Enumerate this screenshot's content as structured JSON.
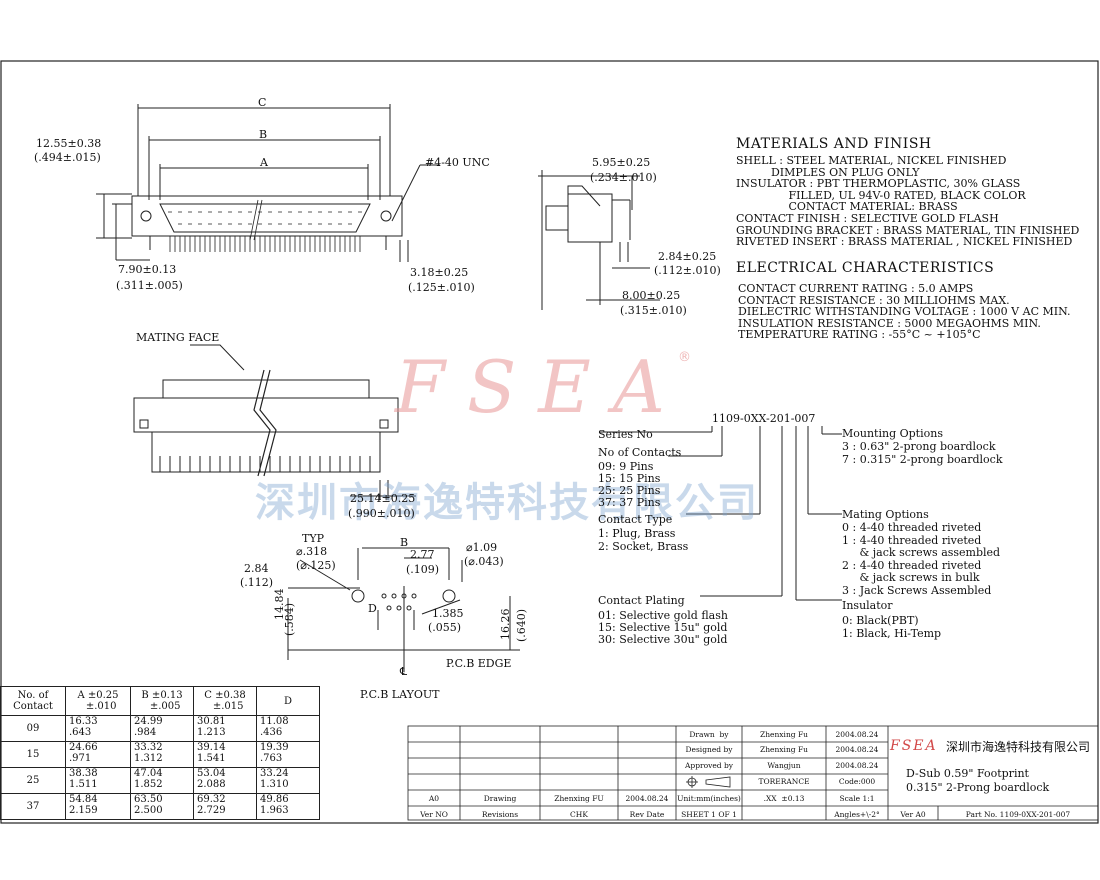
{
  "watermark": {
    "logo": "FSEA",
    "registered": "®",
    "company": "深圳市海逸特科技有限公司"
  },
  "materials": {
    "heading": "MATERIALS AND FINISH",
    "lines": [
      "SHELL : STEEL MATERIAL, NICKEL FINISHED",
      "          DIMPLES ON PLUG ONLY",
      "INSULATOR : PBT THERMOPLASTIC, 30% GLASS",
      "               FILLED, UL 94V-0 RATED, BLACK COLOR",
      "               CONTACT MATERIAL: BRASS",
      "CONTACT FINISH : SELECTIVE GOLD FLASH",
      "GROUNDING BRACKET : BRASS MATERIAL, TIN FINISHED",
      "RIVETED INSERT : BRASS MATERIAL , NICKEL FINISHED"
    ]
  },
  "electrical": {
    "heading": "ELECTRICAL CHARACTERISTICS",
    "lines": [
      "CONTACT CURRENT RATING : 5.0 AMPS",
      "CONTACT RESISTANCE : 30 MILLIOHMS MAX.",
      "DIELECTRIC WITHSTANDING VOLTAGE : 1000 V AC MIN.",
      "INSULATION RESISTANCE : 5000 MEGAOHMS MIN.",
      "TEMPERATURE RATING : -55°C ~ +105°C"
    ]
  },
  "dims": {
    "c": "C",
    "b": "B",
    "a": "A",
    "w1": "12.55±0.38",
    "w1i": "(.494±.015)",
    "unc": "#4-40 UNC",
    "h1": "7.90±0.13",
    "h1i": "(.311±.005)",
    "p1": "3.18±0.25",
    "p1i": "(.125±.010)",
    "s1": "5.95±0.25",
    "s1i": "(.234±.010)",
    "s2": "2.84±0.25",
    "s2i": "(.112±.010)",
    "s3": "8.00±0.25",
    "s3i": "(.315±.010)",
    "mating": "MATING FACE",
    "f1": "25.14±0.25",
    "f1i": "(.990±.010)"
  },
  "pcb": {
    "typ": "TYP",
    "d1": "⌀.318",
    "d1i": "(⌀.125)",
    "b": "B",
    "pitch": "2.77",
    "pitchi": "(.109)",
    "hole": "⌀1.09",
    "holei": "(⌀.043)",
    "e1": "2.84",
    "e1i": "(.112)",
    "d": "D",
    "h1": "14.84",
    "h1i": "(.584)",
    "r1": "1.385",
    "r1i": "(.055)",
    "h2": "16.26",
    "h2i": "(.640)",
    "edge": "P.C.B EDGE",
    "cl": "℄",
    "layout": "P.C.B LAYOUT"
  },
  "part_code": {
    "number": "1109-0XX-201-007",
    "series": "Series No",
    "contacts_head": "No of Contacts",
    "contacts": [
      "09: 9 Pins",
      "15: 15 Pins",
      "25: 25 Pins",
      "37: 37 Pins"
    ],
    "type_head": "Contact Type",
    "types": [
      "1: Plug, Brass",
      "2: Socket, Brass"
    ],
    "plating_head": "Contact Plating",
    "platings": [
      "01: Selective gold flash",
      "15: Selective 15u\" gold",
      "30: Selective 30u\" gold"
    ],
    "mount_head": "Mounting Options",
    "mounts": [
      "3 : 0.63\" 2-prong boardlock",
      "7 : 0.315\" 2-prong boardlock"
    ],
    "mating_head": "Mating Options",
    "matings": [
      "0 : 4-40 threaded riveted",
      "1 : 4-40 threaded riveted",
      "     & jack screws assembled",
      "2 : 4-40 threaded riveted",
      "     & jack screws in bulk",
      "3 : Jack Screws Assembled"
    ],
    "insul_head": "Insulator",
    "insuls": [
      "0: Black(PBT)",
      "1: Black, Hi-Temp"
    ]
  },
  "size_table": {
    "headers": [
      "No. of\nContact",
      "A ±0.25\n  ±.010",
      "B ±0.13\n  ±.005",
      "C ±0.38\n  ±.015",
      "D"
    ],
    "rows": [
      [
        "09",
        "16.33\n.643",
        "24.99\n.984",
        "30.81\n1.213",
        "11.08\n.436"
      ],
      [
        "15",
        "24.66\n.971",
        "33.32\n1.312",
        "39.14\n1.541",
        "19.39\n.763"
      ],
      [
        "25",
        "38.38\n1.511",
        "47.04\n1.852",
        "53.04\n2.088",
        "33.24\n1.310"
      ],
      [
        "37",
        "54.84\n2.159",
        "63.50\n2.500",
        "69.32\n2.729",
        "49.86\n1.963"
      ]
    ]
  },
  "title_block": {
    "drawn_label": "Drawn  by",
    "drawn": "Zhenxing Fu",
    "drawn_date": "2004.08.24",
    "designed_label": "Designed by",
    "designed": "Zhenxing Fu",
    "designed_date": "2004.08.24",
    "approved_label": "Approved by",
    "approved": "Wangjun",
    "approved_date": "2004.08.24",
    "tolerance": "TORERANCE",
    "code": "Code:000",
    "units": "Unit:mm(inches)",
    "xx": ".XX  ±0.13",
    "scale": "Scale 1:1",
    "sheet": "SHEET 1 OF 1",
    "angles": "Angles+\\-2°",
    "rev_ver": "A0",
    "rev_desc": "Drawing",
    "rev_chk": "Zhenxing FU",
    "rev_date": "2004.08.24",
    "h_ver": "Ver NO",
    "h_rev": "Revisions",
    "h_chk": "CHK",
    "h_date": "Rev Date",
    "brand": "FSEA",
    "company": "深圳市海逸特科技有限公司",
    "title1": "D-Sub 0.59\" Footprint",
    "title2": "0.315\" 2-Prong boardlock",
    "ver_label": "Ver A0",
    "part_no": "Part No. 1109-0XX-201-007"
  }
}
